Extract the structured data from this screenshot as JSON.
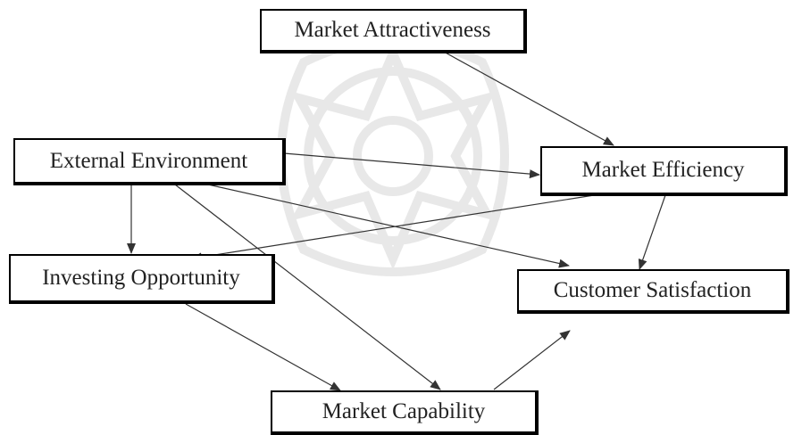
{
  "nodes": {
    "market_attractiveness": "Market Attractiveness",
    "external_environment": "External Environment",
    "market_efficiency": "Market Efficiency",
    "investing_opportunity": "Investing Opportunity",
    "customer_satisfaction": "Customer Satisfaction",
    "market_capability": "Market Capability"
  },
  "edges": [
    {
      "from": "Market Attractiveness",
      "to": "Market Efficiency"
    },
    {
      "from": "External Environment",
      "to": "Market Efficiency"
    },
    {
      "from": "External Environment",
      "to": "Investing Opportunity"
    },
    {
      "from": "External Environment",
      "to": "Customer Satisfaction"
    },
    {
      "from": "External Environment",
      "to": "Market Capability"
    },
    {
      "from": "Market Efficiency",
      "to": "Investing Opportunity"
    },
    {
      "from": "Market Efficiency",
      "to": "Customer Satisfaction"
    },
    {
      "from": "Investing Opportunity",
      "to": "Market Capability"
    },
    {
      "from": "Market Capability",
      "to": "Customer Satisfaction"
    }
  ],
  "colors": {
    "box_border": "#000000",
    "text": "#222222",
    "arrow": "#333333",
    "watermark": "#e6e6e6"
  },
  "watermark_icon": "rosette-seal-icon"
}
